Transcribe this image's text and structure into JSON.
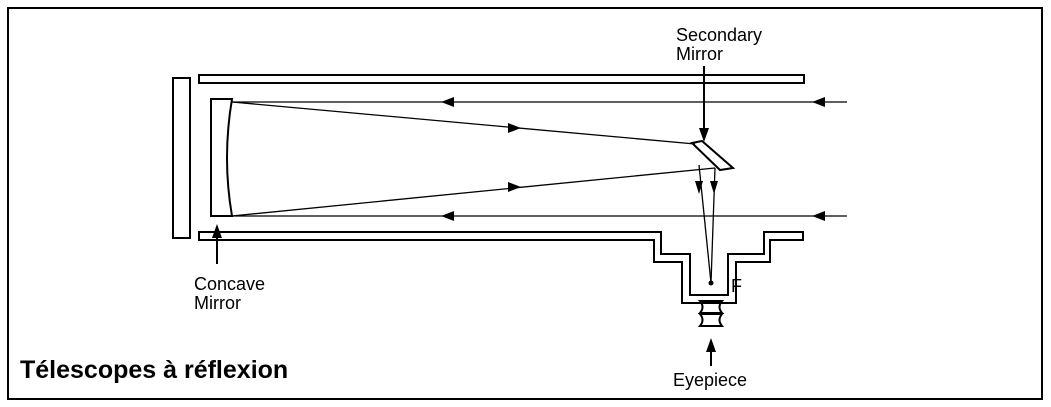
{
  "labels": {
    "secondary_mirror_line1": "Secondary",
    "secondary_mirror_line2": "Mirror",
    "concave_mirror_line1": "Concave",
    "concave_mirror_line2": "Mirror",
    "focal_point": "F",
    "eyepiece": "Eyepiece"
  },
  "title": "Télescopes à réflexion",
  "colors": {
    "line": "#000000",
    "background": "#ffffff"
  }
}
